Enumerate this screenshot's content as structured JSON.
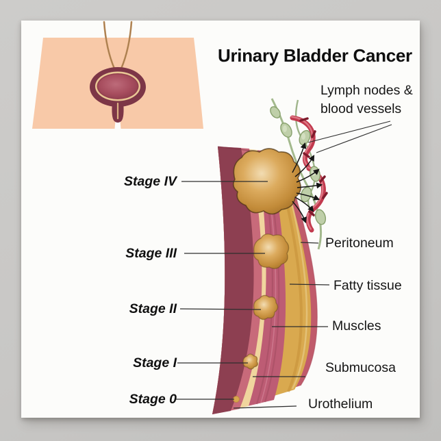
{
  "title": "Urinary Bladder Cancer",
  "annotations": {
    "lymph_nodes_line1": "Lymph nodes &",
    "lymph_nodes_line2": "blood vessels"
  },
  "stage_labels": [
    {
      "label": "Stage IV"
    },
    {
      "label": "Stage III"
    },
    {
      "label": "Stage II"
    },
    {
      "label": "Stage I"
    },
    {
      "label": "Stage 0"
    }
  ],
  "layer_labels": [
    {
      "label": "Peritoneum"
    },
    {
      "label": "Fatty tissue"
    },
    {
      "label": "Muscles"
    },
    {
      "label": "Submucosa"
    },
    {
      "label": "Urothelium"
    }
  ],
  "colors": {
    "background_gray": "#c8c6c4",
    "poster_white": "#fcfcfa",
    "text_black": "#141414",
    "skin_peach": "#f8c9a8",
    "bladder_wall_dark": "#7d3647",
    "lumen_maroon": "#8d3f51",
    "urothelium_rose": "#c86a7a",
    "submucosa_cream": "#f0d59e",
    "muscle_pink": "#bd5c74",
    "fatty_tissue_gold": "#d9a94f",
    "peritoneum_rose": "#c05b6b",
    "tumor_tan": "#c99140",
    "lymph_node_green": "#bfcfa9",
    "blood_vessel_red": "#c23a4e"
  }
}
